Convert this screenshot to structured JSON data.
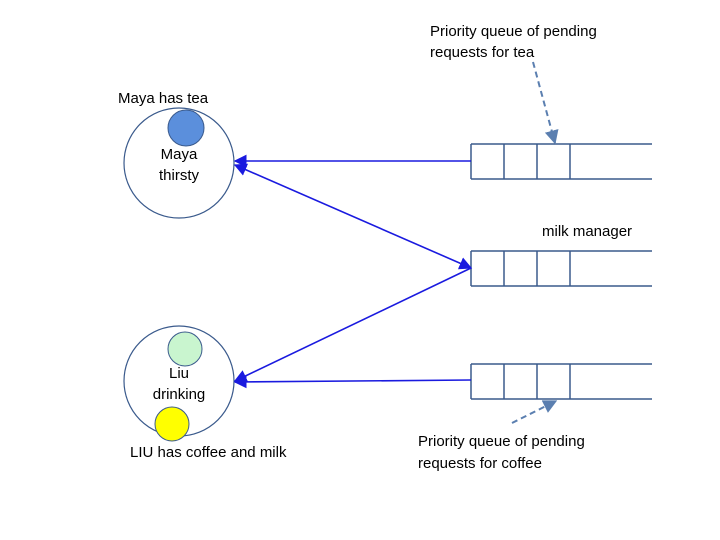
{
  "labels": {
    "maya_has": "Maya has tea",
    "liu_has": "LIU has coffee and milk",
    "tea_queue_line1": "Priority queue of pending",
    "tea_queue_line2": "requests for tea",
    "milk_manager": "milk manager",
    "coffee_queue_line1": "Priority queue of pending",
    "coffee_queue_line2": "requests for coffee"
  },
  "nodes": {
    "maya": {
      "name": "Maya",
      "state": "thirsty"
    },
    "liu": {
      "name": "Liu",
      "state": "drinking"
    }
  },
  "colors": {
    "arrow": "#1a1adf",
    "outline": "#3a5a8c",
    "tea_token": "#5b8fdc",
    "milk_token": "#c9f5cf",
    "coffee_token": "#ffff00",
    "dashed_arrow": "#5b7fb0"
  }
}
